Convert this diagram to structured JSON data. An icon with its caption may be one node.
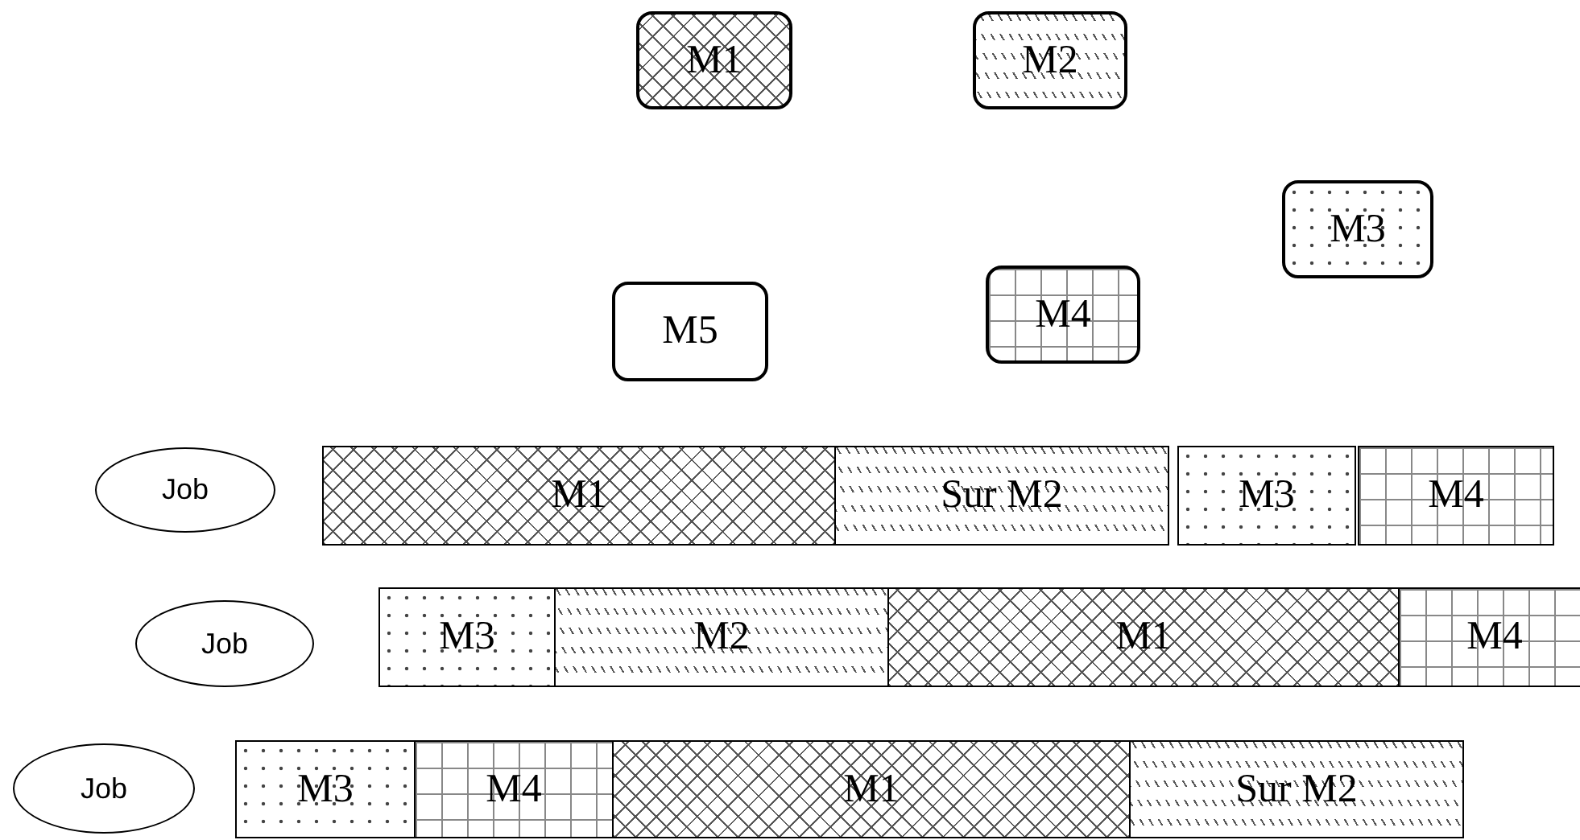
{
  "diagram": {
    "nodes": [
      {
        "text": [
          "M1"
        ]
      },
      {
        "text": [
          "M2"
        ]
      },
      {
        "text": [
          "M3"
        ]
      },
      {
        "text": [
          "M4"
        ]
      },
      {
        "text": [
          "M5"
        ]
      },
      {
        "text": [
          "Job"
        ]
      },
      {
        "text": [
          "M1"
        ]
      },
      {
        "text": [
          "Sur M2"
        ]
      },
      {
        "text": [
          "M3"
        ]
      },
      {
        "text": [
          "M4"
        ]
      },
      {
        "text": [
          "Job"
        ]
      },
      {
        "text": [
          "M3"
        ]
      },
      {
        "text": [
          "M2"
        ]
      },
      {
        "text": [
          "M1"
        ]
      },
      {
        "text": [
          "M4"
        ]
      },
      {
        "text": [
          "Job"
        ]
      },
      {
        "text": [
          "M3"
        ]
      },
      {
        "text": [
          "M4"
        ]
      },
      {
        "text": [
          "M1"
        ]
      },
      {
        "text": [
          "Sur M2"
        ]
      }
    ]
  }
}
